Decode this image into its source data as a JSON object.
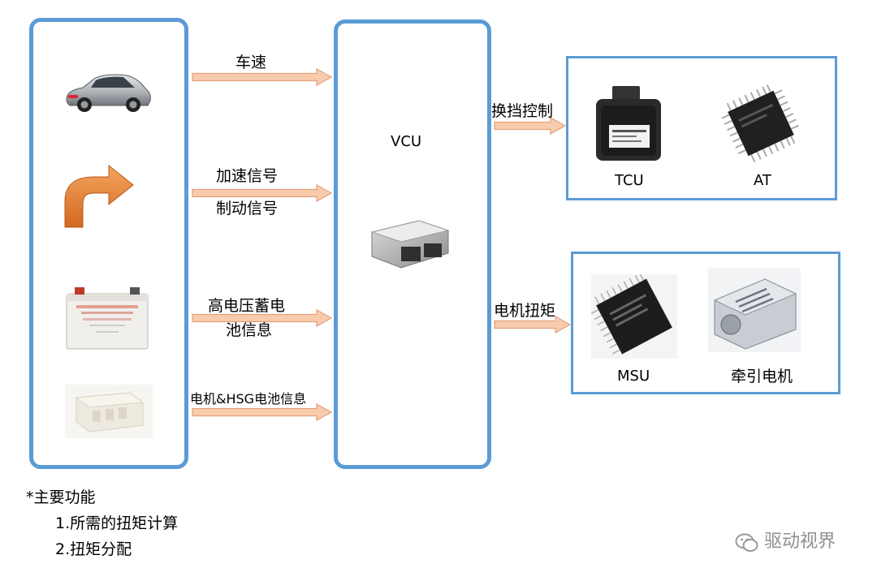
{
  "inputs": {
    "speed_label": "车速",
    "accel_label": "加速信号",
    "brake_label": "制动信号",
    "hv_battery_label_line1": "高电压蓄电",
    "hv_battery_label_line2": "池信息",
    "motor_hsg_label": "电机&HSG电池信息"
  },
  "vcu": {
    "title": "VCU"
  },
  "outputs": {
    "shift_label": "换挡控制",
    "torque_label": "电机扭矩"
  },
  "tcu_box": {
    "tcu_label": "TCU",
    "at_label": "AT"
  },
  "msu_box": {
    "msu_label": "MSU",
    "traction_label": "牵引电机"
  },
  "notes": {
    "heading": "*主要功能",
    "item1": "1.所需的扭矩计算",
    "item2": "2.扭矩分配"
  },
  "watermark": {
    "text": "驱动视界",
    "icon": "wechat-icon"
  },
  "colors": {
    "panel_border": "#5b9bd5",
    "arrow_fill": "#f8cbad",
    "arrow_stroke": "#e2a07c",
    "curved_arrow": "#ed7d31"
  }
}
